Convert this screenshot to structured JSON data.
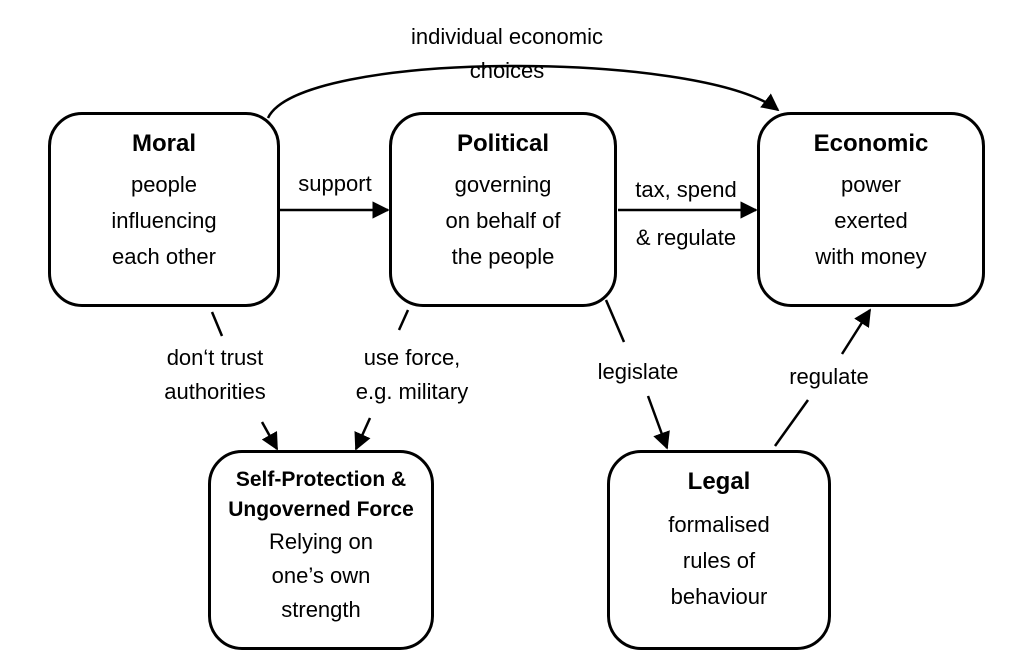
{
  "boxes": {
    "moral": {
      "title": "Moral",
      "lines": [
        "people",
        "influencing",
        "each other"
      ]
    },
    "political": {
      "title": "Political",
      "lines": [
        "governing",
        "on behalf of",
        "the people"
      ]
    },
    "economic": {
      "title": "Economic",
      "lines": [
        "power",
        "exerted",
        "with money"
      ]
    },
    "self": {
      "title_lines": [
        "Self-Protection &",
        "Ungoverned Force"
      ],
      "lines": [
        "Relying on",
        "one’s own",
        "strength"
      ]
    },
    "legal": {
      "title": "Legal",
      "lines": [
        "formalised",
        "rules of",
        "behaviour"
      ]
    }
  },
  "edges": {
    "choices": [
      "individual economic",
      "choices"
    ],
    "support": "support",
    "tax": [
      "tax, spend",
      "& regulate"
    ],
    "distrust": [
      "don‘t trust",
      "authorities"
    ],
    "force": [
      "use force,",
      "e.g. military"
    ],
    "legislate": "legislate",
    "regulate": "regulate"
  }
}
